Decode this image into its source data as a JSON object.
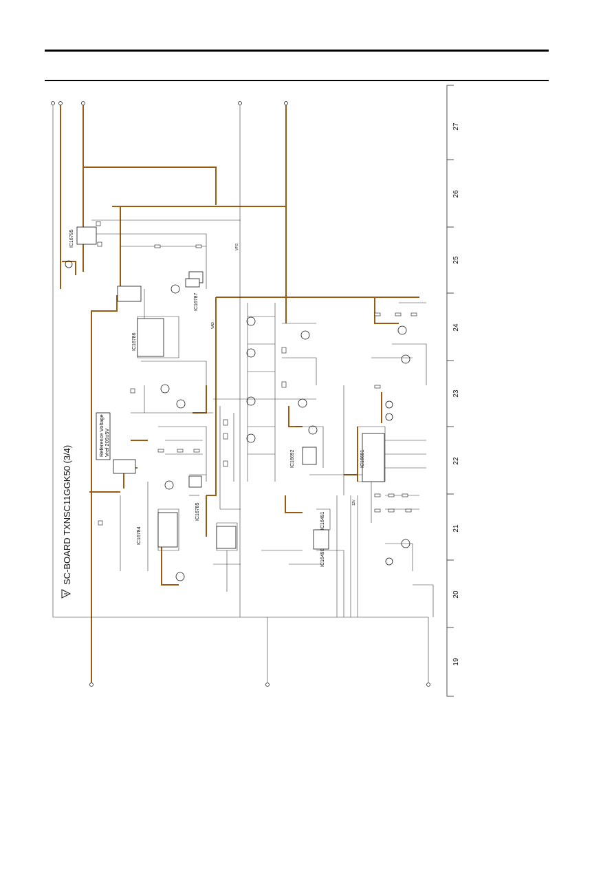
{
  "document": {
    "title": "SC-BOARD TXNSC11GGK50 (3/4)",
    "reference_voltage": {
      "line1": "Reference Voltage",
      "line2": "Vref 209±5V"
    }
  },
  "ruler": {
    "zones": [
      "19",
      "20",
      "21",
      "22",
      "23",
      "24",
      "25",
      "26",
      "27"
    ]
  },
  "ic_labels": [
    {
      "id": "ic16786",
      "text": "IC16786"
    },
    {
      "id": "ic16787",
      "text": "IC16787"
    },
    {
      "id": "ic16785",
      "text": "IC16785"
    },
    {
      "id": "ic16784",
      "text": "IC16784"
    },
    {
      "id": "ic16795",
      "text": "IC16795"
    },
    {
      "id": "ic16490",
      "text": "IC16490"
    },
    {
      "id": "ic16491",
      "text": "IC16491"
    },
    {
      "id": "ic16691",
      "text": "IC16691"
    },
    {
      "id": "ic16692",
      "text": "IC16692"
    }
  ],
  "net_labels": {
    "vfg": "VFG",
    "vad": "VAD",
    "v12": "12V"
  },
  "colors": {
    "power_trace": "#9b5a12",
    "signal_trace": "#333333",
    "ink": "#111111"
  }
}
